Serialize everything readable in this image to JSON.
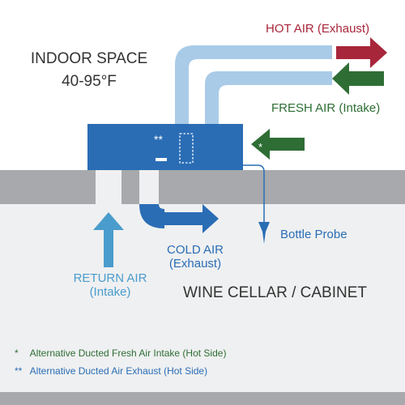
{
  "indoor": {
    "title": "INDOOR SPACE",
    "temperature": "40-95°F"
  },
  "unit": {
    "display_marker": "**"
  },
  "labels": {
    "hot_air": "HOT AIR (Exhaust)",
    "fresh_air": "FRESH AIR (Intake)",
    "cold_air": [
      "COLD AIR",
      "(Exhaust)"
    ],
    "return_air": [
      "RETURN AIR",
      "(Intake)"
    ],
    "bottle_probe": "Bottle Probe",
    "cellar": "WINE CELLAR / CABINET"
  },
  "footnotes": [
    {
      "mark": "*",
      "text": "Alternative Ducted Fresh Air Intake (Hot Side)"
    },
    {
      "mark": "**",
      "text": "Alternative Ducted Air Exhaust (Hot Side)"
    }
  ],
  "colors": {
    "unit": "#2a6db5",
    "hot": "#a8263a",
    "fresh": "#2e6e35",
    "duct": "#a9cbe8",
    "return": "#4a9ccd",
    "wall": "#a7a9ac",
    "cellar_bg": "#eff0f1",
    "text": "#333333"
  }
}
